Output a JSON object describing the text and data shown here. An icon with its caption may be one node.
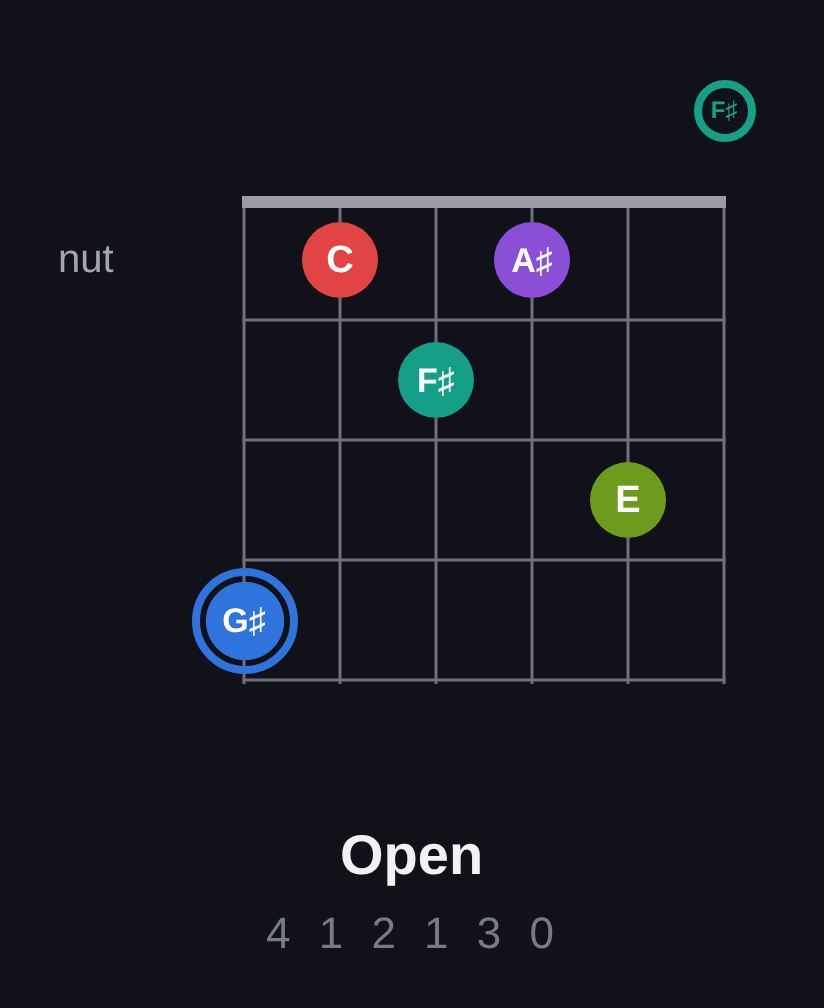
{
  "diagram": {
    "title": "Open",
    "nodes": [
      {
        "text": [
          "F♯"
        ]
      },
      {
        "text": [
          "C"
        ]
      },
      {
        "text": [
          "A♯"
        ]
      },
      {
        "text": [
          "F♯"
        ]
      },
      {
        "text": [
          "E"
        ]
      },
      {
        "text": [
          "G♯"
        ]
      }
    ],
    "labels": [
      "nut",
      "4 1 2 1 3 0"
    ]
  }
}
